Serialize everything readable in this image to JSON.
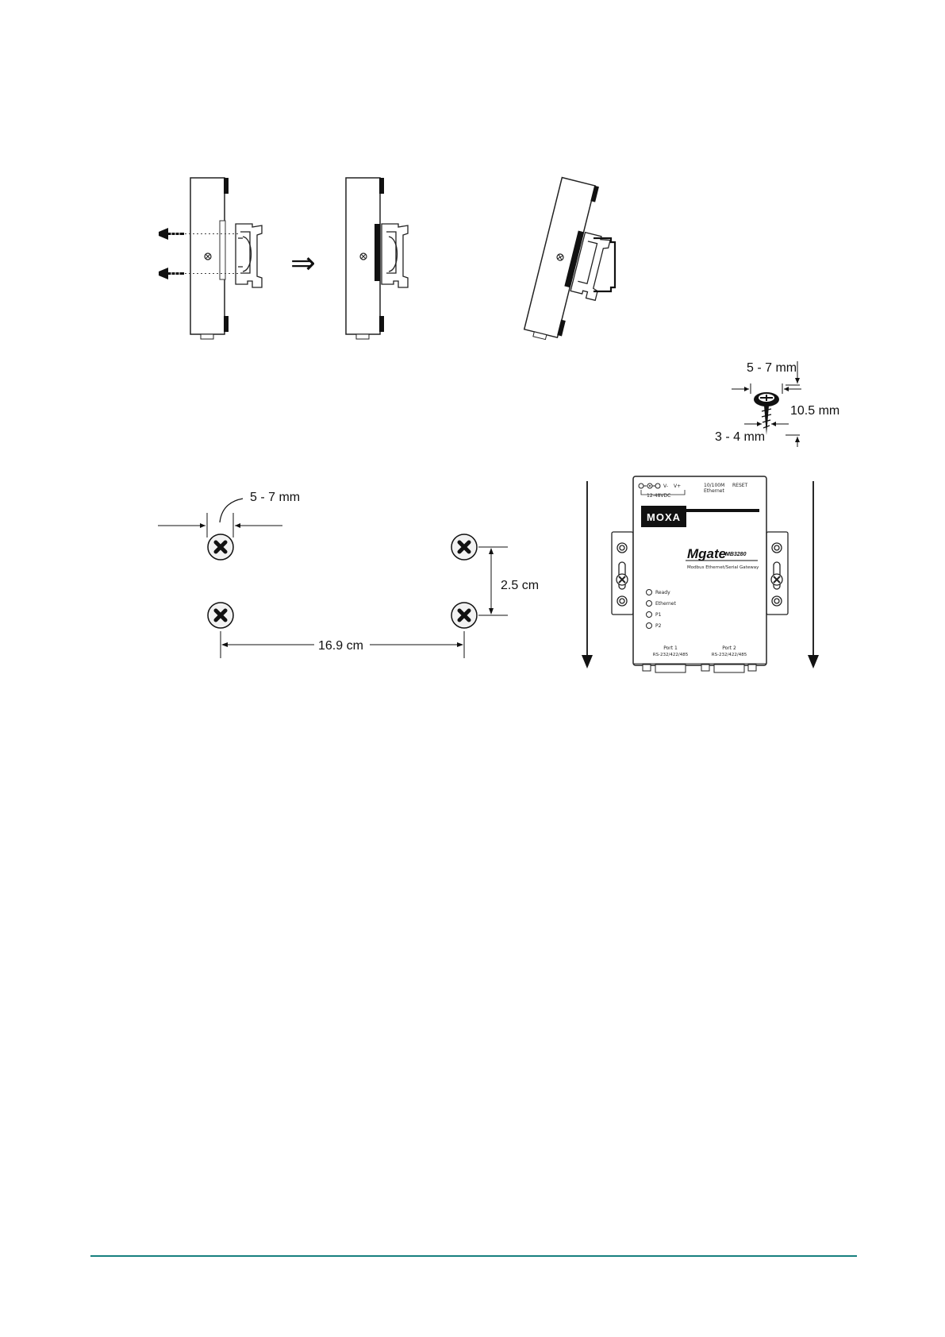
{
  "din_rail": {
    "steps": [
      "attach-screws",
      "assembled",
      "mounted-on-rail"
    ],
    "arrow_glyph": "⇒"
  },
  "screw_spec": {
    "head_diameter": "5 - 7 mm",
    "length": "10.5 mm",
    "shaft_diameter": "3 - 4 mm"
  },
  "wall_layout": {
    "head_diameter": "5 - 7 mm",
    "vertical_spacing": "2.5 cm",
    "horizontal_spacing": "16.9 cm"
  },
  "device": {
    "brand": "MOXA",
    "product_name": "Mgate",
    "model": "MB3280",
    "description": "Modbus Ethernet/Serial Gateway",
    "power_label": "12-48VDC",
    "terminal_minus": "V-",
    "terminal_plus": "V+",
    "ethernet_label_1": "10/100M",
    "ethernet_label_2": "Ethernet",
    "reset_label": "RESET",
    "leds": [
      "Ready",
      "Ethernet",
      "P1",
      "P2"
    ],
    "port1_name": "Port 1",
    "port1_type": "RS-232/422/485",
    "port2_name": "Port 2",
    "port2_type": "RS-232/422/485"
  },
  "colors": {
    "footer_rule": "#17807e"
  }
}
